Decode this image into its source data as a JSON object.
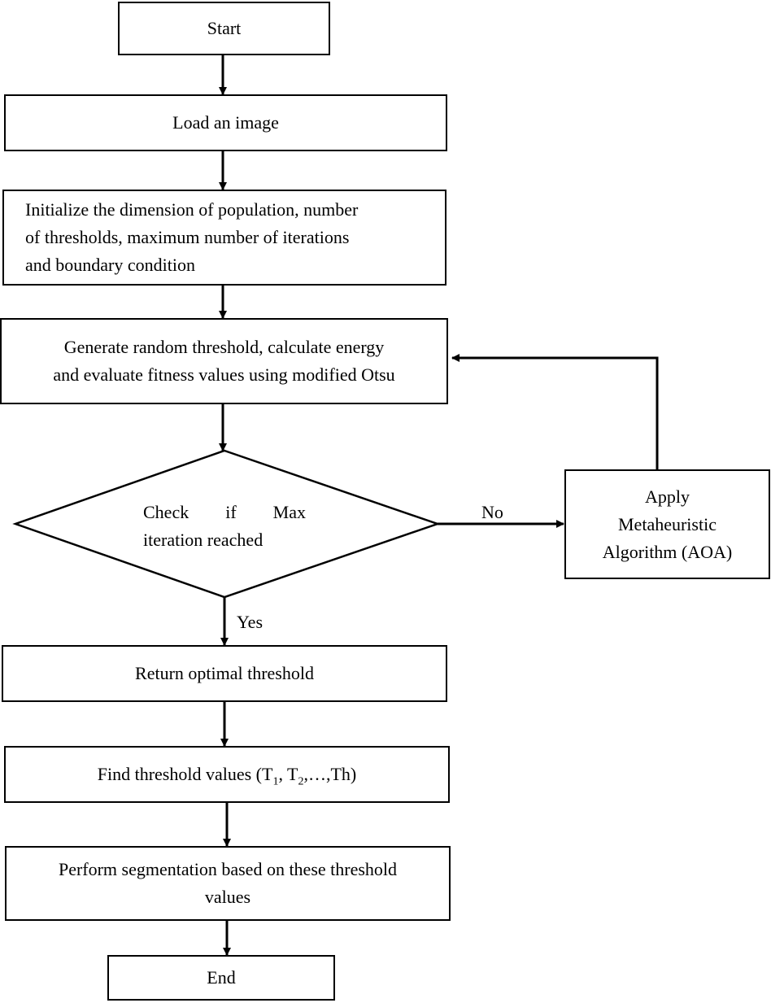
{
  "nodes": {
    "start": "Start",
    "load": "Load an image",
    "init_lines": [
      "Initialize the dimension of population, number",
      "of thresholds, maximum number of iterations",
      "and boundary condition"
    ],
    "generate_lines": [
      "Generate random threshold, calculate energy",
      "and evaluate fitness values using modified Otsu"
    ],
    "check_line1_words": [
      "Check",
      "if",
      "Max"
    ],
    "check_line2": "iteration reached",
    "apply_lines": [
      "Apply",
      "Metaheuristic",
      "Algorithm (AOA)"
    ],
    "return": "Return optimal threshold",
    "find_prefix": "Find threshold values (T",
    "find_sub1": "1",
    "find_mid": ", T",
    "find_sub2": "2",
    "find_suffix": ",…,Th)",
    "perform_lines": [
      "Perform segmentation based on these threshold",
      "values"
    ],
    "end": "End"
  },
  "edges": {
    "no_label": "No",
    "yes_label": "Yes"
  }
}
